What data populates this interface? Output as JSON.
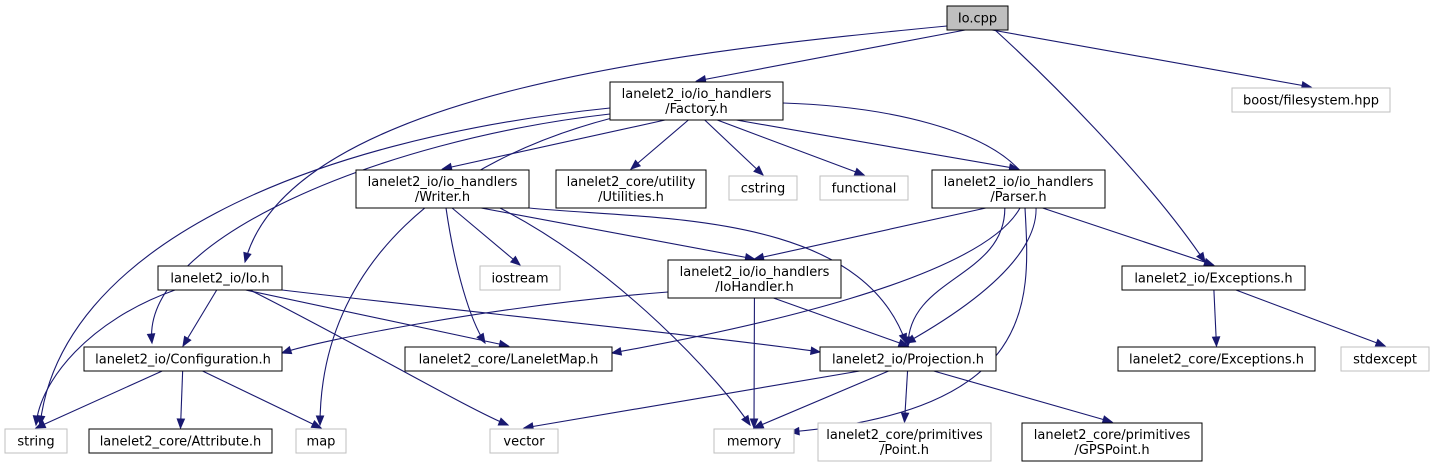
{
  "colors": {
    "edge": "#191970",
    "root_fill": "#bfbfbf",
    "box_border": "#000000",
    "external_border": "#bfbfbf",
    "external_text": "#000000",
    "background": "#ffffff"
  },
  "nodes": [
    {
      "id": "io_cpp",
      "lines": [
        "Io.cpp"
      ],
      "kind": "root"
    },
    {
      "id": "factory",
      "lines": [
        "lanelet2_io/io_handlers",
        "/Factory.h"
      ],
      "kind": "file"
    },
    {
      "id": "boost_fs",
      "lines": [
        "boost/filesystem.hpp"
      ],
      "kind": "external"
    },
    {
      "id": "writer",
      "lines": [
        "lanelet2_io/io_handlers",
        "/Writer.h"
      ],
      "kind": "file"
    },
    {
      "id": "utilities",
      "lines": [
        "lanelet2_core/utility",
        "/Utilities.h"
      ],
      "kind": "file"
    },
    {
      "id": "cstring",
      "lines": [
        "cstring"
      ],
      "kind": "external"
    },
    {
      "id": "functional",
      "lines": [
        "functional"
      ],
      "kind": "external"
    },
    {
      "id": "parser",
      "lines": [
        "lanelet2_io/io_handlers",
        "/Parser.h"
      ],
      "kind": "file"
    },
    {
      "id": "io_h",
      "lines": [
        "lanelet2_io/Io.h"
      ],
      "kind": "file"
    },
    {
      "id": "iostream",
      "lines": [
        "iostream"
      ],
      "kind": "external"
    },
    {
      "id": "iohandler",
      "lines": [
        "lanelet2_io/io_handlers",
        "/IoHandler.h"
      ],
      "kind": "file"
    },
    {
      "id": "exceptions_io",
      "lines": [
        "lanelet2_io/Exceptions.h"
      ],
      "kind": "file"
    },
    {
      "id": "configuration",
      "lines": [
        "lanelet2_io/Configuration.h"
      ],
      "kind": "file"
    },
    {
      "id": "laneletmap",
      "lines": [
        "lanelet2_core/LaneletMap.h"
      ],
      "kind": "file"
    },
    {
      "id": "projection",
      "lines": [
        "lanelet2_io/Projection.h"
      ],
      "kind": "file"
    },
    {
      "id": "exceptions_core",
      "lines": [
        "lanelet2_core/Exceptions.h"
      ],
      "kind": "file"
    },
    {
      "id": "stdexcept",
      "lines": [
        "stdexcept"
      ],
      "kind": "external"
    },
    {
      "id": "string",
      "lines": [
        "string"
      ],
      "kind": "external"
    },
    {
      "id": "attribute",
      "lines": [
        "lanelet2_core/Attribute.h"
      ],
      "kind": "file"
    },
    {
      "id": "map",
      "lines": [
        "map"
      ],
      "kind": "external"
    },
    {
      "id": "vector",
      "lines": [
        "vector"
      ],
      "kind": "external"
    },
    {
      "id": "memory",
      "lines": [
        "memory"
      ],
      "kind": "external"
    },
    {
      "id": "point",
      "lines": [
        "lanelet2_core/primitives",
        "/Point.h"
      ],
      "kind": "external"
    },
    {
      "id": "gpspoint",
      "lines": [
        "lanelet2_core/primitives",
        "/GPSPoint.h"
      ],
      "kind": "file"
    }
  ],
  "edges": [
    {
      "from": "io_cpp",
      "to": "factory"
    },
    {
      "from": "io_cpp",
      "to": "boost_fs"
    },
    {
      "from": "io_cpp",
      "to": "io_h"
    },
    {
      "from": "io_cpp",
      "to": "exceptions_io"
    },
    {
      "from": "factory",
      "to": "writer"
    },
    {
      "from": "factory",
      "to": "utilities"
    },
    {
      "from": "factory",
      "to": "cstring"
    },
    {
      "from": "factory",
      "to": "functional"
    },
    {
      "from": "factory",
      "to": "parser"
    },
    {
      "from": "factory",
      "to": "string"
    },
    {
      "from": "factory",
      "to": "configuration"
    },
    {
      "from": "factory",
      "to": "map"
    },
    {
      "from": "factory",
      "to": "projection"
    },
    {
      "from": "writer",
      "to": "iostream"
    },
    {
      "from": "writer",
      "to": "iohandler"
    },
    {
      "from": "writer",
      "to": "laneletmap"
    },
    {
      "from": "writer",
      "to": "memory"
    },
    {
      "from": "writer",
      "to": "projection"
    },
    {
      "from": "parser",
      "to": "iohandler"
    },
    {
      "from": "parser",
      "to": "laneletmap"
    },
    {
      "from": "parser",
      "to": "projection"
    },
    {
      "from": "parser",
      "to": "memory"
    },
    {
      "from": "parser",
      "to": "exceptions_io"
    },
    {
      "from": "io_h",
      "to": "configuration"
    },
    {
      "from": "io_h",
      "to": "string"
    },
    {
      "from": "io_h",
      "to": "laneletmap"
    },
    {
      "from": "io_h",
      "to": "projection"
    },
    {
      "from": "io_h",
      "to": "vector"
    },
    {
      "from": "iohandler",
      "to": "configuration"
    },
    {
      "from": "iohandler",
      "to": "projection"
    },
    {
      "from": "iohandler",
      "to": "memory"
    },
    {
      "from": "exceptions_io",
      "to": "exceptions_core"
    },
    {
      "from": "exceptions_io",
      "to": "stdexcept"
    },
    {
      "from": "configuration",
      "to": "string"
    },
    {
      "from": "configuration",
      "to": "attribute"
    },
    {
      "from": "configuration",
      "to": "map"
    },
    {
      "from": "projection",
      "to": "vector"
    },
    {
      "from": "projection",
      "to": "memory"
    },
    {
      "from": "projection",
      "to": "point"
    },
    {
      "from": "projection",
      "to": "gpspoint"
    }
  ]
}
